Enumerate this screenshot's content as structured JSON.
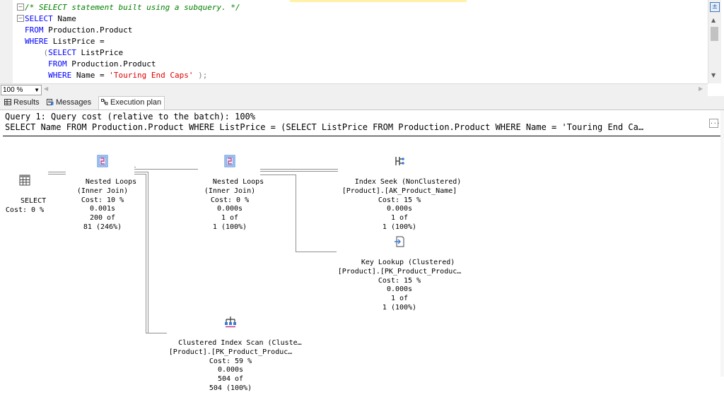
{
  "editor": {
    "lines": [
      {
        "comment": "/* SELECT statement built using a subquery. */"
      },
      {
        "kw1": "SELECT",
        "rest": " Name"
      },
      {
        "kw1": "FROM",
        "rest": " Production.Product"
      },
      {
        "kw1": "WHERE",
        "rest": " ListPrice ="
      },
      {
        "lead": "    (",
        "kw1": "SELECT",
        "rest": " ListPrice"
      },
      {
        "lead": "     ",
        "kw1": "FROM",
        "rest": " Production.Product"
      },
      {
        "lead": "     ",
        "kw1": "WHERE",
        "rest": " Name = ",
        "str": "'Touring End Caps'",
        "tail": " );"
      }
    ]
  },
  "zoom": {
    "value": "100 %"
  },
  "tabs": {
    "results": "Results",
    "messages": "Messages",
    "execution_plan": "Execution plan"
  },
  "plan": {
    "header_line1": "Query 1: Query cost (relative to the batch): 100%",
    "header_line2": "SELECT Name FROM Production.Product WHERE ListPrice = (SELECT ListPrice FROM Production.Product WHERE Name = 'Touring End Ca…",
    "ellipsis_button": "...",
    "nodes": {
      "select": {
        "icon": "select-icon",
        "text": "SELECT\nCost: 0 %"
      },
      "nested_loops_1": {
        "icon": "nested-loops-icon",
        "text": "Nested Loops\n(Inner Join)\nCost: 10 %\n0.001s\n200 of\n81 (246%)"
      },
      "nested_loops_2": {
        "icon": "nested-loops-icon",
        "text": "Nested Loops\n(Inner Join)\nCost: 0 %\n0.000s\n1 of\n1 (100%)"
      },
      "index_seek": {
        "icon": "index-seek-icon",
        "text": "Index Seek (NonClustered)\n[Product].[AK_Product_Name]\nCost: 15 %\n0.000s\n1 of\n1 (100%)"
      },
      "key_lookup": {
        "icon": "key-lookup-icon",
        "text": "Key Lookup (Clustered)\n[Product].[PK_Product_Produc…\nCost: 15 %\n0.000s\n1 of\n1 (100%)"
      },
      "clustered_scan": {
        "icon": "clustered-index-scan-icon",
        "text": "Clustered Index Scan (Cluste…\n[Product].[PK_Product_Produc…\nCost: 59 %\n0.000s\n504 of\n504 (100%)"
      }
    }
  }
}
